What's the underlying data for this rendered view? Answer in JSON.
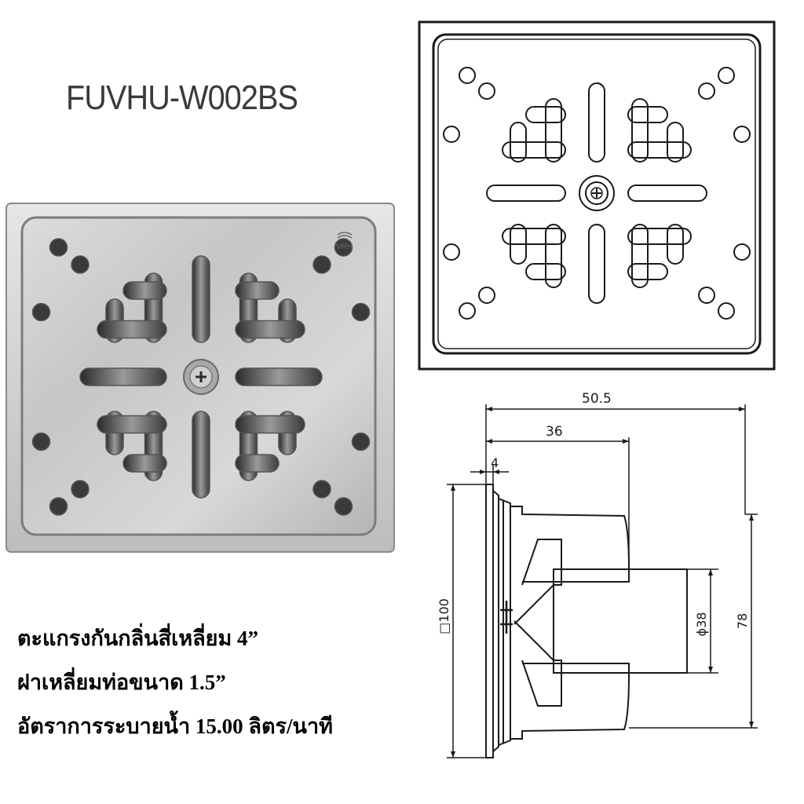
{
  "product": {
    "model_code": "FUVHU-W002BS",
    "brand_mark": "VRH"
  },
  "specs": [
    "ตะแกรงกันกลิ่นสี่เหลี่ยม 4”",
    "ฝาเหลี่ยมท่อขนาด 1.5”",
    "อัตราการระบายน้ำ 15.00 ลิตร/นาที"
  ],
  "dimensions": {
    "overall_depth": "50.5",
    "body_depth": "36",
    "flange_thickness": "4",
    "square_size": "□100",
    "pipe_diameter": "ϕ38",
    "body_diameter": "78"
  },
  "colors": {
    "steel_light": "#e4e4e4",
    "steel_mid": "#bcbcbc",
    "steel_dark": "#7a7a7a",
    "slot_dark": "#2c2c2c",
    "line": "#1a1a1a"
  }
}
